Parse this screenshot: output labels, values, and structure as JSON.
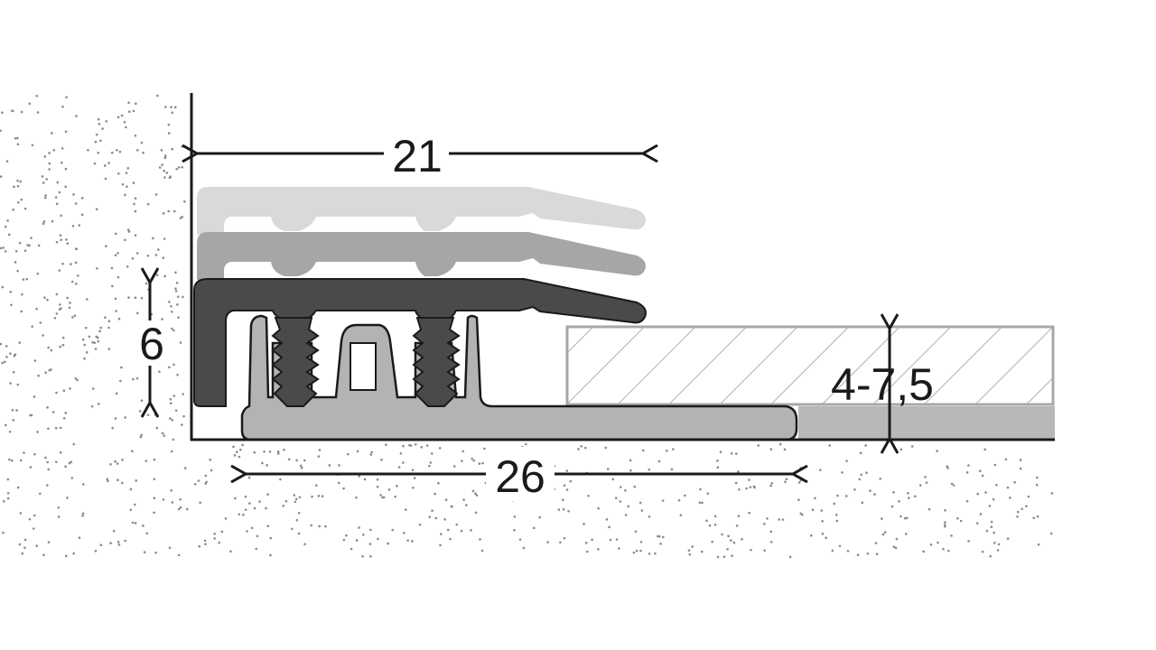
{
  "dimensions": {
    "width_top": "21",
    "height_left": "6",
    "thickness_range": "4-7,5",
    "width_base": "26"
  },
  "colors": {
    "line": "#1a1a1a",
    "profile_light": "#d9d9d9",
    "profile_mid": "#a6a6a6",
    "profile_dark": "#4a4a4a",
    "base": "#b3b3b3",
    "underlay": "#b8b8b8",
    "hatch": "#9a9a9a",
    "stipple": "#8a8a8a"
  }
}
